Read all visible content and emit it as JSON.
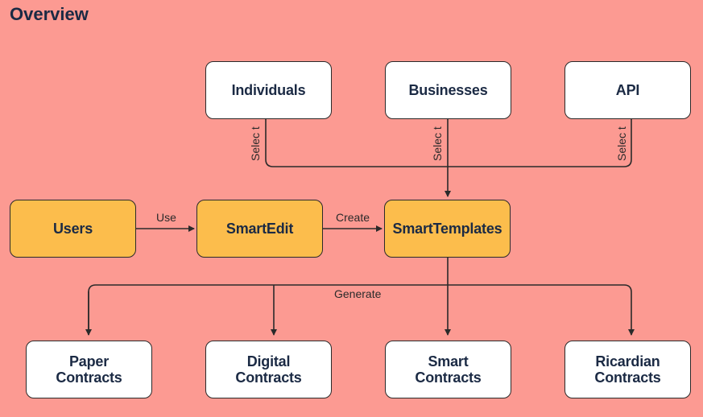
{
  "page_title": "Overview",
  "nodes": {
    "individuals": "Individuals",
    "businesses": "Businesses",
    "api": "API",
    "users": "Users",
    "smartedit": "SmartEdit",
    "smarttemplates": "SmartTemplates",
    "paper": [
      "Paper",
      "Contracts"
    ],
    "digital": [
      "Digital",
      "Contracts"
    ],
    "smart": [
      "Smart",
      "Contracts"
    ],
    "ricardian": [
      "Ricardian",
      "Contracts"
    ]
  },
  "edge_labels": {
    "select": "Selec t",
    "use": "Use",
    "create": "Create",
    "generate": "Generate"
  },
  "colors": {
    "background": "#fc9a92",
    "node_default": "#ffffff",
    "node_accent": "#fcbd4c",
    "stroke": "#2a2a2a",
    "text": "#1b2a44"
  }
}
